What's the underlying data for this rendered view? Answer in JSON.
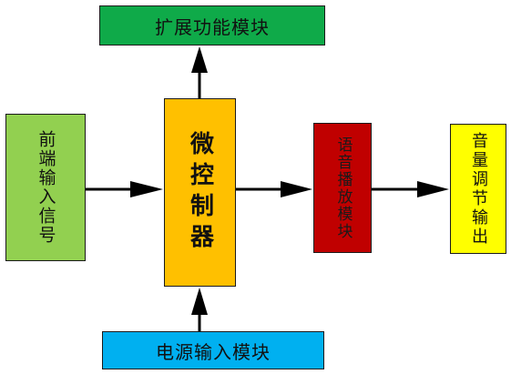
{
  "colors": {
    "expansion": "#0faa49",
    "frontend": "#92d050",
    "mcu": "#ffc000",
    "voice": "#c00000",
    "volume": "#ffff00",
    "power": "#00b0f0",
    "line": "#000000"
  },
  "nodes": {
    "expansion": {
      "label": "扩展功能模块"
    },
    "frontend": {
      "label": "前端输入信号"
    },
    "mcu": {
      "label": "微控制器"
    },
    "voice": {
      "label": "语音播放模块"
    },
    "volume": {
      "label": "音量调节输出"
    },
    "power": {
      "label": "电源输入模块"
    }
  },
  "edges": [
    {
      "from": "frontend",
      "to": "mcu"
    },
    {
      "from": "mcu",
      "to": "expansion"
    },
    {
      "from": "mcu",
      "to": "voice"
    },
    {
      "from": "voice",
      "to": "volume"
    },
    {
      "from": "power",
      "to": "mcu"
    }
  ]
}
